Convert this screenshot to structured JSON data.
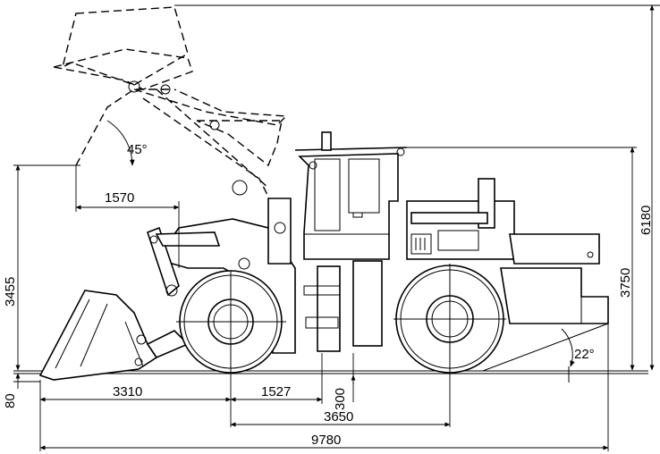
{
  "dimensions": {
    "height_total": "6180",
    "height_cab": "3750",
    "dump_height": "3455",
    "ground_clearance": "80",
    "dump_reach": "1570",
    "dump_angle": "45°",
    "departure_angle": "22°",
    "front_overhang": "3310",
    "axle_to_pivot": "1527",
    "pivot_clearance": "300",
    "wheelbase": "3650",
    "overall_length": "9780"
  }
}
